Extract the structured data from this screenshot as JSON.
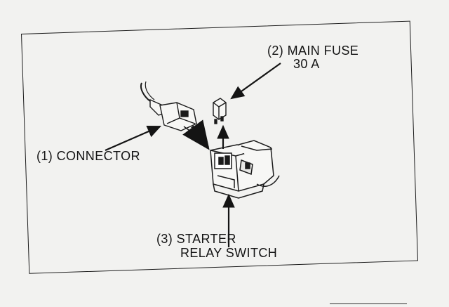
{
  "labels": {
    "connector": "(1) CONNECTOR",
    "main_fuse_line1": "(2) MAIN FUSE",
    "main_fuse_line2": "30 A",
    "starter_line1": "(3) STARTER",
    "starter_line2": "RELAY SWITCH"
  },
  "colors": {
    "ink": "#141414",
    "paper": "#f2f2f0"
  },
  "icons": [
    "connector-icon",
    "fuse-icon",
    "starter-relay-icon",
    "arrow-icon"
  ]
}
